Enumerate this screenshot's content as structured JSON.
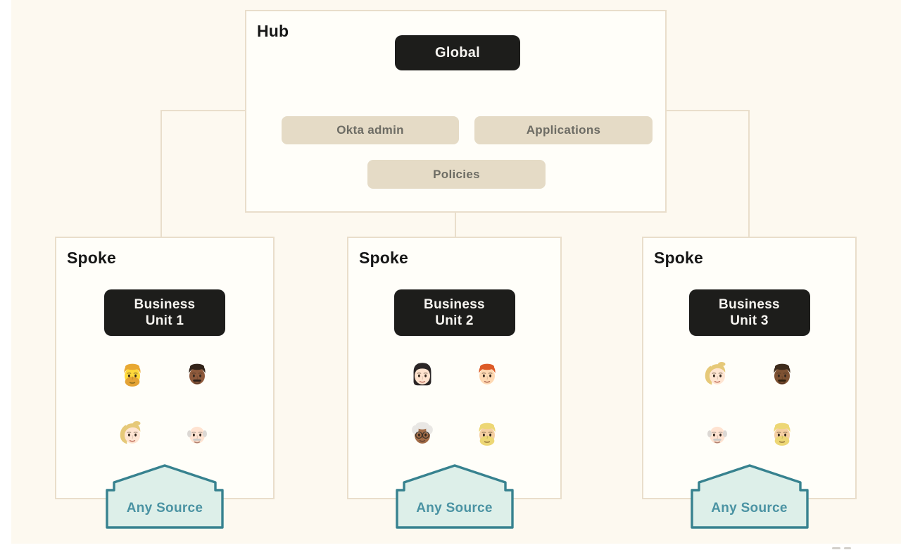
{
  "colors": {
    "page_margin": "#ffffff",
    "canvas_bg": "#fdf9f0",
    "box_bg": "#fffef9",
    "line_beige": "#e9decb",
    "button_beige": "#e5dbc6",
    "button_beige_text": "#6d6c64",
    "dark_button": "#1d1d1b",
    "dark_button_text": "#f7f5f1",
    "arrow_fill": "#ddefe9",
    "arrow_stroke": "#37828f",
    "arrow_text": "#4b93a3"
  },
  "hub": {
    "label": "Hub",
    "global_button": "Global",
    "buttons": [
      "Okta admin",
      "Applications",
      "Policies"
    ]
  },
  "spokes": [
    {
      "label": "Spoke",
      "unit_lines": [
        "Business",
        "Unit 1"
      ],
      "source_label": "Any Source",
      "people": [
        {
          "name": "bearded-man-yellow-emoji",
          "skin": "#FFD93B",
          "hair": "#E8A832",
          "style": "short",
          "beard": "#E4A335",
          "mouth": "#8a6a1e"
        },
        {
          "name": "man-dark-skin-emoji",
          "skin": "#8E5A3C",
          "hair": "#33241A",
          "style": "short",
          "mustache": "#2E2018",
          "mouth": "#5c3a28"
        },
        {
          "name": "woman-blond-ponytail-emoji",
          "skin": "#FFE5D2",
          "hair": "#E6C979",
          "style": "ponytail",
          "mouth": "#c97f6d"
        },
        {
          "name": "old-man-bald-emoji",
          "skin": "#FFE3D1",
          "hair": "#DCD8D4",
          "style": "bald",
          "mustache": "#CFCBC7",
          "brow": "rgba(130,125,120,0.65)",
          "mouth": "#b08070"
        }
      ]
    },
    {
      "label": "Spoke",
      "unit_lines": [
        "Business",
        "Unit 2"
      ],
      "source_label": "Any Source",
      "people": [
        {
          "name": "woman-black-hair-emoji",
          "skin": "#FFE3CF",
          "hair": "#2B2627",
          "style": "long",
          "mouth": "#c67f6e"
        },
        {
          "name": "man-red-hair-emoji",
          "skin": "#FFD9B3",
          "hair": "#DD5B27",
          "style": "short",
          "mouth": "#b9765d"
        },
        {
          "name": "old-woman-dark-skin-glasses-emoji",
          "skin": "#A26C47",
          "hair": "#E9E7E4",
          "style": "curly",
          "glasses": true,
          "brow": "rgba(233,231,228,0.9)",
          "mouth": "#6b4634"
        },
        {
          "name": "man-blond-beard-emoji",
          "skin": "#F5CFA2",
          "hair": "#EDD775",
          "style": "short",
          "beard": "#EDD775",
          "mouth": "#96753a"
        }
      ]
    },
    {
      "label": "Spoke",
      "unit_lines": [
        "Business",
        "Unit 3"
      ],
      "source_label": "Any Source",
      "people": [
        {
          "name": "woman-blond-ponytail-emoji",
          "skin": "#FFE5D2",
          "hair": "#E6C979",
          "style": "ponytail",
          "mouth": "#c97f6d"
        },
        {
          "name": "man-dark-skin-emoji",
          "skin": "#7E5233",
          "hair": "#3E2B1C",
          "style": "short",
          "mustache": "#32210F",
          "mouth": "#52301c"
        },
        {
          "name": "old-man-bald-emoji",
          "skin": "#FFE3D1",
          "hair": "#DCD8D4",
          "style": "bald",
          "mustache": "#CFCBC7",
          "brow": "rgba(130,125,120,0.65)",
          "mouth": "#b08070"
        },
        {
          "name": "man-blond-beard-emoji",
          "skin": "#F5CFA2",
          "hair": "#EDD775",
          "style": "short",
          "beard": "#EDD775",
          "mouth": "#96753a"
        }
      ]
    }
  ]
}
